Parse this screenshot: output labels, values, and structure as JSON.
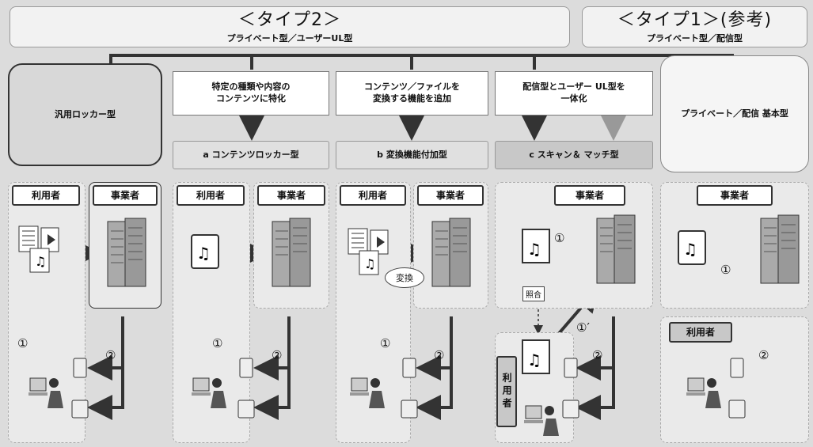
{
  "header": {
    "type2_title": "＜タイプ2＞",
    "type2_subtitle": "プライベート型／ユーザーUL型",
    "type1_title": "＜タイプ1＞(参考)",
    "type1_subtitle": "プライベート型／配信型"
  },
  "columns": {
    "general": {
      "title": "汎用ロッカー型"
    },
    "a": {
      "description": [
        "特定の種類や内容の",
        "コンテンツに特化"
      ],
      "type": "a  コンテンツロッカー型"
    },
    "b": {
      "description": [
        "コンテンツ／ファイルを",
        "変換する機能を追加"
      ],
      "type": "b  変換機能付加型"
    },
    "c": {
      "description": [
        "配信型とユーザー UL型を",
        "一体化"
      ],
      "type": "c  スキャン＆ マッチ型"
    },
    "type1": {
      "title": "プライベート／配信 基本型"
    }
  },
  "labels": {
    "user": "利用者",
    "operator": "事業者",
    "convert": "変換",
    "match": "照合"
  },
  "steps": {
    "one": "①",
    "two": "②",
    "one_prime": "①′"
  }
}
